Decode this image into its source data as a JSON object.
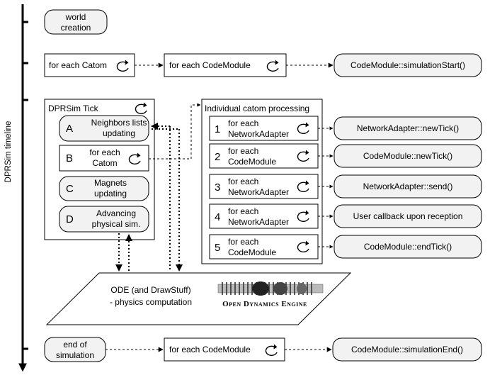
{
  "timeline": {
    "label": "DPRSim timeline"
  },
  "world_creation": {
    "line1": "world",
    "line2": "creation"
  },
  "init_row": {
    "catom_loop": "for each Catom",
    "codemodule_loop": "for each CodeModule",
    "start_call": "CodeModule::simulationStart()"
  },
  "tick": {
    "title": "DPRSim Tick",
    "items": [
      {
        "letter": "A",
        "line1": "Neighbors lists",
        "line2": "updating"
      },
      {
        "letter": "B",
        "line1": "for each",
        "line2": "Catom"
      },
      {
        "letter": "C",
        "line1": "Magnets",
        "line2": "updating"
      },
      {
        "letter": "D",
        "line1": "Advancing",
        "line2": "physical sim."
      }
    ]
  },
  "processing": {
    "title": "Individual catom processing",
    "steps": [
      {
        "num": "1",
        "line1": "for each",
        "line2": "NetworkAdapter",
        "call": "NetworkAdapter::newTick()"
      },
      {
        "num": "2",
        "line1": "for each",
        "line2": "CodeModule",
        "call": "CodeModule::newTick()"
      },
      {
        "num": "3",
        "line1": "for each",
        "line2": "NetworkAdapter",
        "call": "NetworkAdapter::send()"
      },
      {
        "num": "4",
        "line1": "for each",
        "line2": "NetworkAdapter",
        "call": "User callback upon reception"
      },
      {
        "num": "5",
        "line1": "for each",
        "line2": "CodeModule",
        "call": "CodeModule::endTick()"
      }
    ]
  },
  "ode": {
    "line1": "ODE (and DrawStuff)",
    "line2": "- physics computation",
    "logo_text": "Open Dynamics Engine"
  },
  "end_row": {
    "line1": "end of",
    "line2": "simulation",
    "codemodule_loop": "for each CodeModule",
    "end_call": "CodeModule::simulationEnd()"
  }
}
